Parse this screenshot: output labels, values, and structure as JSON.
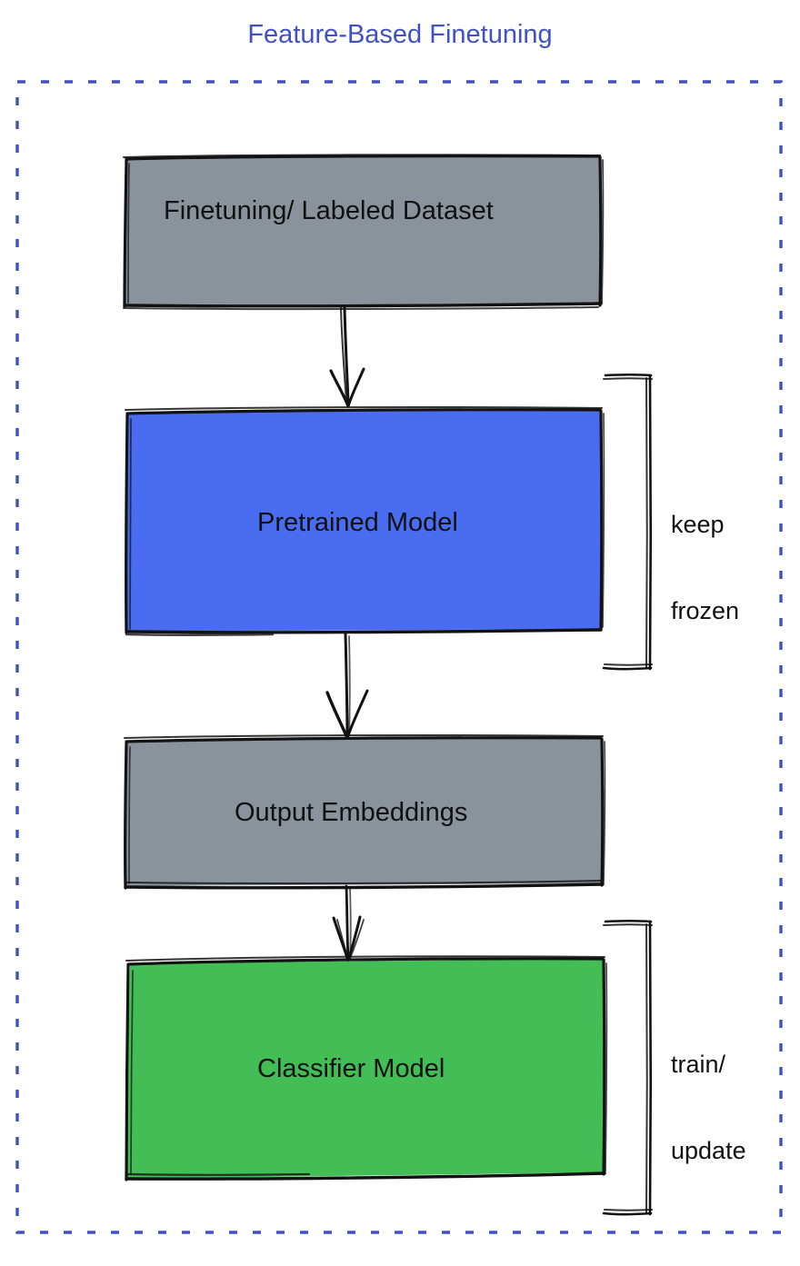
{
  "title": "Feature-Based Finetuning",
  "colors": {
    "title": "#3f51c4",
    "frame_border": "#3f51c4",
    "gray_box": "#8a939c",
    "blue_box": "#4a6cf0",
    "green_box": "#43bd55",
    "stroke": "#121212",
    "text": "#111111",
    "background": "#ffffff"
  },
  "frame": {
    "style": "dashed",
    "name": "feature-based-finetuning-frame"
  },
  "nodes": [
    {
      "id": "finetuning-dataset",
      "label": "Finetuning/ Labeled Dataset",
      "fill": "#8a939c",
      "shape": "rectangle"
    },
    {
      "id": "pretrained-model",
      "label": "Pretrained Model",
      "fill": "#4a6cf0",
      "shape": "rectangle"
    },
    {
      "id": "output-embeddings",
      "label": "Output Embeddings",
      "fill": "#8a939c",
      "shape": "rectangle"
    },
    {
      "id": "classifier-model",
      "label": "Classifier Model",
      "fill": "#43bd55",
      "shape": "rectangle"
    }
  ],
  "edges": [
    {
      "id": "edge-dataset-to-pretrained",
      "from": "finetuning-dataset",
      "to": "pretrained-model",
      "arrow": "down"
    },
    {
      "id": "edge-pretrained-to-embeddings",
      "from": "pretrained-model",
      "to": "output-embeddings",
      "arrow": "down"
    },
    {
      "id": "edge-embeddings-to-classifier",
      "from": "output-embeddings",
      "to": "classifier-model",
      "arrow": "down"
    }
  ],
  "annotations": [
    {
      "id": "keep-frozen",
      "lines": [
        "keep",
        "frozen"
      ],
      "line1": "keep",
      "line2": "frozen",
      "target": "pretrained-model",
      "bracket": "right"
    },
    {
      "id": "train-update",
      "lines": [
        "train/",
        "update"
      ],
      "line1": "train/",
      "line2": "update",
      "target": "classifier-model",
      "bracket": "right"
    }
  ]
}
